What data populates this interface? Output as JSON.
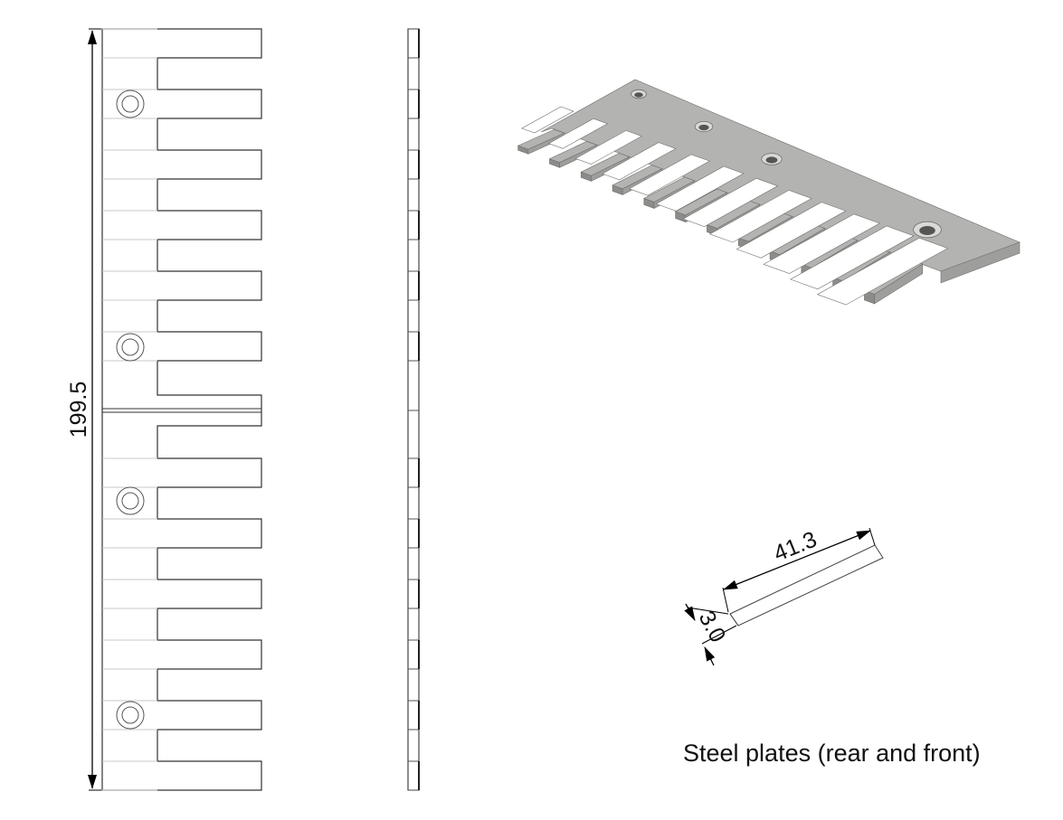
{
  "drawing": {
    "front_view": {
      "overall_height_dim": "199.5",
      "slot_count": 12,
      "hole_count": 4
    },
    "edge_view": {},
    "iso_view": {
      "slot_count": 12,
      "hole_count": 4,
      "colors": {
        "top": "#b3b3b1",
        "front": "#8c8c8a",
        "side": "#9e9e9c",
        "edge": "#6f6f6d"
      }
    },
    "detail_view": {
      "length_dim": "41.3",
      "thickness_dim": "3.0"
    },
    "caption": "Steel plates (rear and front)",
    "colors": {
      "line": "#333333",
      "light_line": "#c8c8c8",
      "arrow": "#000000"
    }
  }
}
